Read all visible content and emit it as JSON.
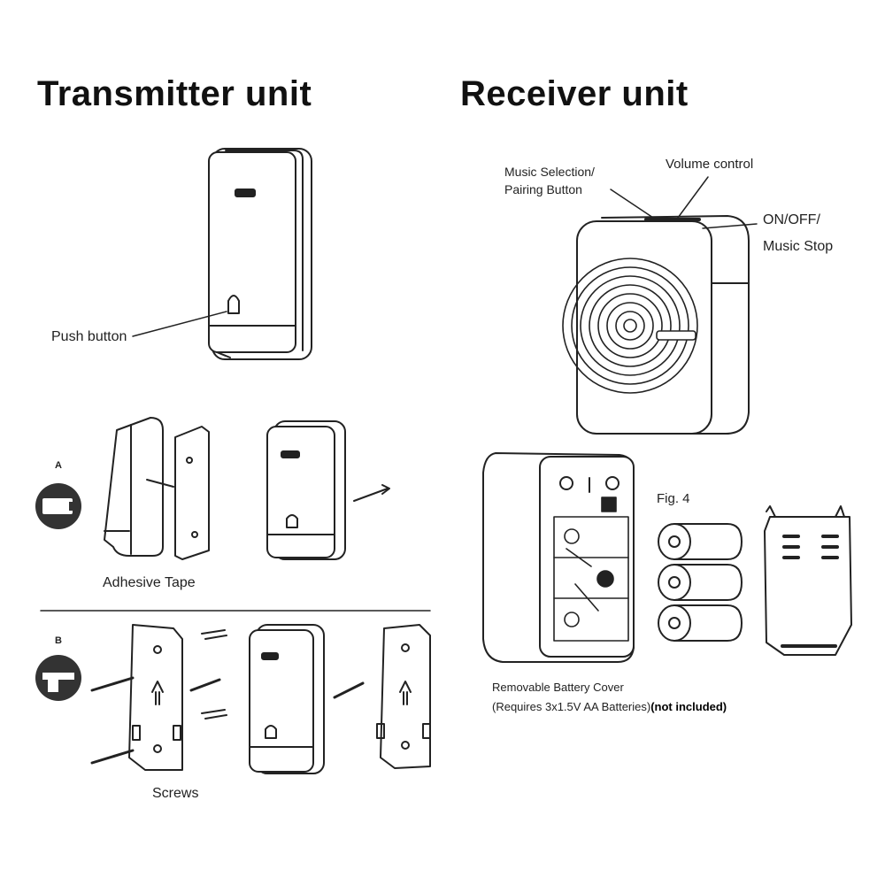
{
  "titles": {
    "transmitter": "Transmitter unit",
    "receiver": "Receiver unit"
  },
  "transmitter": {
    "push_button_label": "Push button",
    "method_a": {
      "badge": "A",
      "caption": "Adhesive Tape"
    },
    "method_b": {
      "badge": "B",
      "caption": "Screws"
    }
  },
  "receiver": {
    "music_selection_line1": "Music Selection/",
    "music_selection_line2": "Pairing Button",
    "volume_control": "Volume control",
    "on_off_line1": "ON/OFF/",
    "on_off_line2": "Music Stop",
    "fig_label": "Fig. 4",
    "battery_cover_line1": "Removable Battery Cover",
    "battery_cover_line2": "(Requires 3x1.5V AA Batteries)",
    "battery_cover_note": "(not included)"
  },
  "colors": {
    "ink": "#222222",
    "badge": "#333333"
  }
}
